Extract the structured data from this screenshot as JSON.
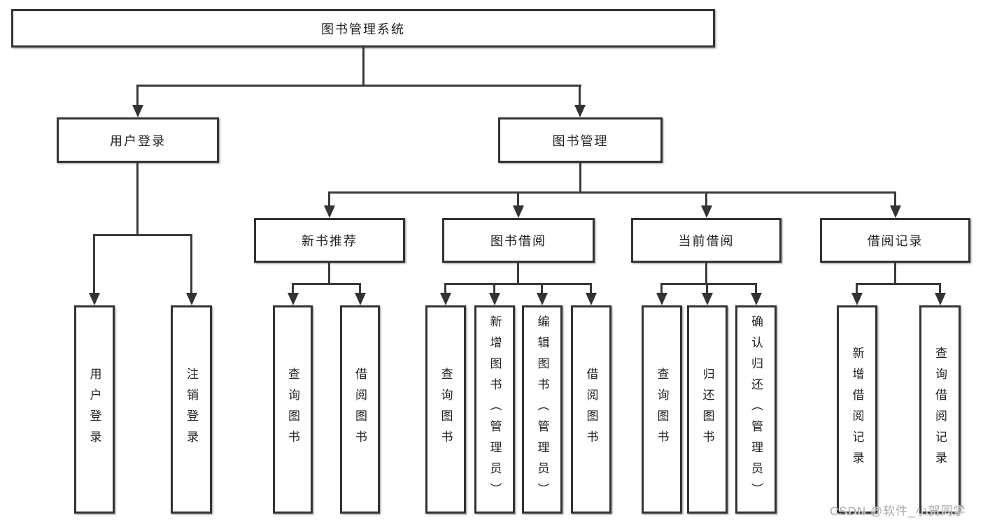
{
  "diagram": {
    "tree": {
      "root": "图书管理系统",
      "login_branch": {
        "label": "用户登录",
        "children": [
          "用户登录",
          "注销登录"
        ]
      },
      "mgmt_branch": {
        "label": "图书管理",
        "groups": [
          {
            "label": "新书推荐",
            "children": [
              "查询图书",
              "借阅图书"
            ]
          },
          {
            "label": "图书借阅",
            "children": [
              "查询图书",
              "新增图书（管理员）",
              "编辑图书（管理员）",
              "借阅图书"
            ]
          },
          {
            "label": "当前借阅",
            "children": [
              "查询图书",
              "归还图书",
              "确认归还（管理员）"
            ]
          },
          {
            "label": "借阅记录",
            "children": [
              "新增借阅记录",
              "查询借阅记录"
            ]
          }
        ]
      }
    },
    "colors": {
      "line": "#3a3a3a",
      "box_border": "#333333",
      "text": "#222222",
      "watermark": "#a9a9a9",
      "background": "#ffffff"
    }
  },
  "watermark": "CSDN @软件_小贺同学"
}
